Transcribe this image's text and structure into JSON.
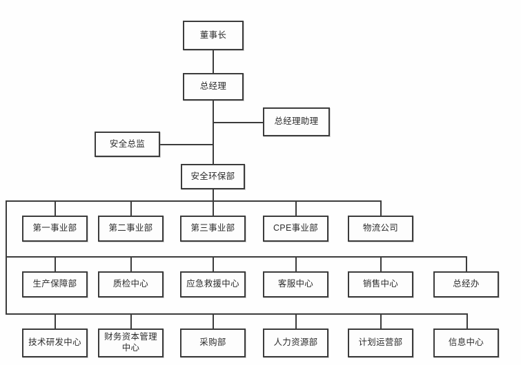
{
  "chart": {
    "type": "org-chart",
    "title": "",
    "background_color": "#fefefe",
    "box_border_color": "#3b3b3b",
    "box_fill_color": "#fdfdfd",
    "connector_color": "#3b3b3b",
    "levels": [
      {
        "level": 1,
        "name": "executive",
        "nodes": [
          {
            "id": "chairman",
            "label": "董事长"
          }
        ]
      },
      {
        "level": 2,
        "name": "general-manager",
        "nodes": [
          {
            "id": "general_manager",
            "label": "总经理"
          }
        ]
      },
      {
        "level": 3,
        "name": "staff-roles",
        "nodes": [
          {
            "id": "gm_assistant",
            "label": "总经理助理"
          },
          {
            "id": "safety_director",
            "label": "安全总监"
          },
          {
            "id": "safety_env_dept",
            "label": "安全环保部"
          }
        ]
      },
      {
        "level": 4,
        "name": "business-divisions",
        "nodes": [
          {
            "id": "div_1",
            "label": "第一事业部"
          },
          {
            "id": "div_2",
            "label": "第二事业部"
          },
          {
            "id": "div_3",
            "label": "第三事业部"
          },
          {
            "id": "div_cpe",
            "label": "CPE事业部"
          },
          {
            "id": "logistics",
            "label": "物流公司"
          }
        ]
      },
      {
        "level": 5,
        "name": "operations-centers",
        "nodes": [
          {
            "id": "production_support",
            "label": "生产保障部"
          },
          {
            "id": "quality_center",
            "label": "质检中心"
          },
          {
            "id": "emergency_rescue",
            "label": "应急救援中心"
          },
          {
            "id": "customer_service",
            "label": "客服中心"
          },
          {
            "id": "sales_center",
            "label": "销售中心"
          },
          {
            "id": "gm_office",
            "label": "总经办"
          }
        ]
      },
      {
        "level": 6,
        "name": "functional-departments",
        "nodes": [
          {
            "id": "rnd_center",
            "label": "技术研发中心"
          },
          {
            "id": "finance_capital",
            "label": "财务资本管理中心"
          },
          {
            "id": "procurement",
            "label": "采购部"
          },
          {
            "id": "human_resources",
            "label": "人力资源部"
          },
          {
            "id": "planning_ops",
            "label": "计划运营部"
          },
          {
            "id": "information_center",
            "label": "信息中心"
          }
        ]
      }
    ]
  }
}
